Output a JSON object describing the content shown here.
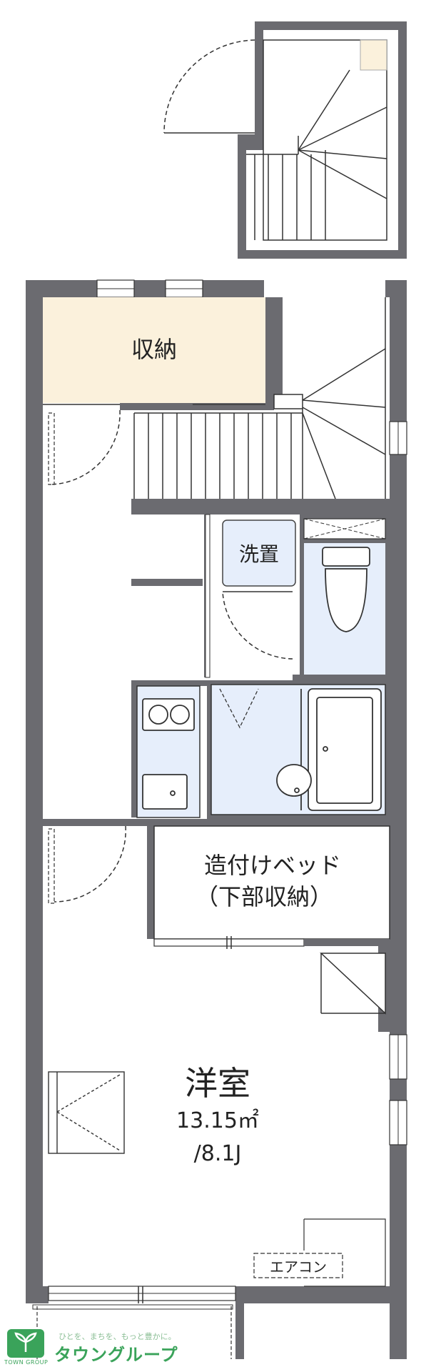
{
  "rooms": {
    "storage": "収納",
    "washer": "洗置",
    "bed": "造付けベッド",
    "bed_sub": "（下部収納）",
    "western_room": "洋室",
    "area": "13.15㎡",
    "size": "/8.1J",
    "aircon": "エアコン"
  },
  "logo": {
    "tagline": "ひとを、まちを、もっと豊かに。",
    "name": "タウングループ",
    "sub": "TOWN GROUP"
  },
  "colors": {
    "wall": "#6b6b70",
    "storage_fill": "#fbf1dc",
    "wet_fill": "#e6eefb",
    "logo_green": "#3aa35a"
  },
  "icons": [
    "toilet-icon",
    "sink-icon",
    "bathtub-icon",
    "stove-icon",
    "washer-pan-icon",
    "logo-leaf-icon"
  ]
}
